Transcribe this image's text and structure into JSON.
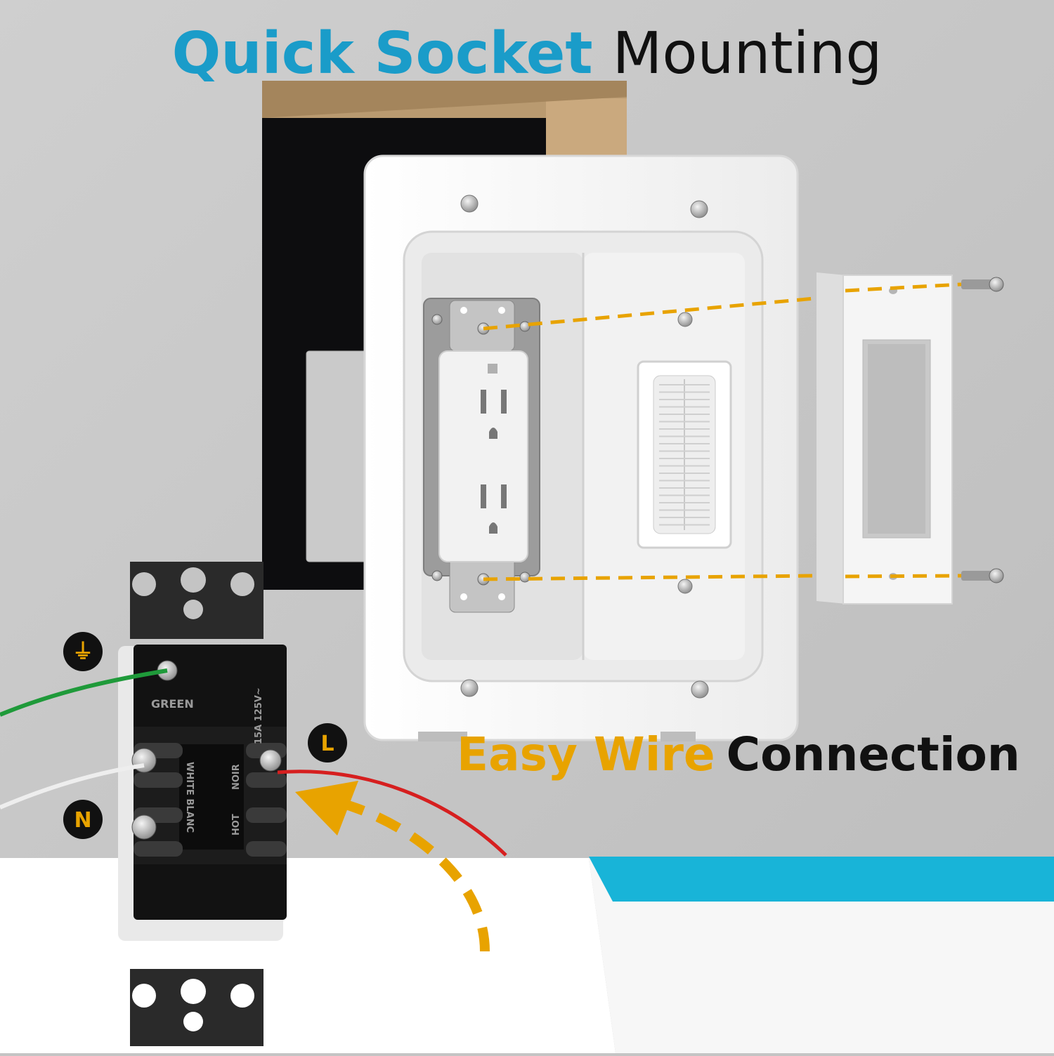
{
  "headline": {
    "accent": "Quick Socket",
    "plain": "Mounting"
  },
  "footline": {
    "accent": "Easy Wire",
    "plain": "Connection"
  },
  "terminals": {
    "ground": "⏚",
    "line": "L",
    "neutral": "N"
  },
  "receptacle": {
    "ground_label": "GREEN",
    "rating": "15A 125V~",
    "neutral_label": "WHITE BLANC",
    "hot_label_a": "NOIR",
    "hot_label_b": "HOT"
  },
  "colors": {
    "accent_blue": "#1a9cc9",
    "accent_amber": "#e8a300",
    "wall": "#c4c4c4",
    "wire_ground": "#1f9a3a",
    "wire_hot": "#d61f1f",
    "wire_neutral": "#eeeeee"
  }
}
